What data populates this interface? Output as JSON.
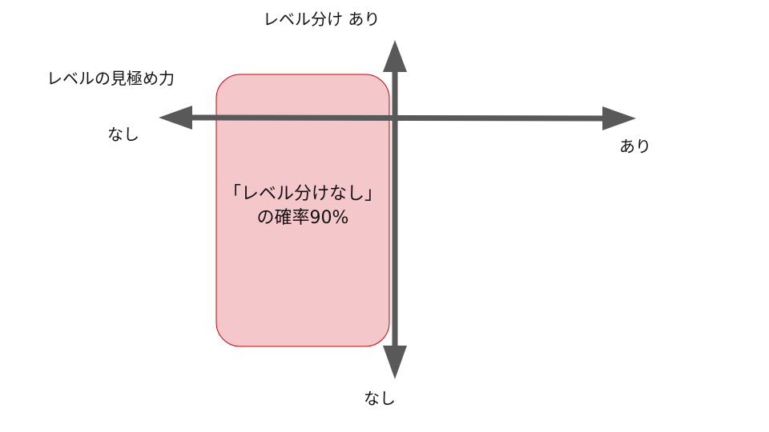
{
  "axes": {
    "vertical": {
      "top_label": "レベル分け あり",
      "bottom_label": "なし"
    },
    "horizontal": {
      "title": "レベルの見極め力",
      "left_label": "なし",
      "right_label": "あり"
    },
    "color": "#595959"
  },
  "region": {
    "line1": "「レベル分けなし」",
    "line2": "の確率90%",
    "fill": "#f4c7cb",
    "stroke": "#cc0000"
  }
}
